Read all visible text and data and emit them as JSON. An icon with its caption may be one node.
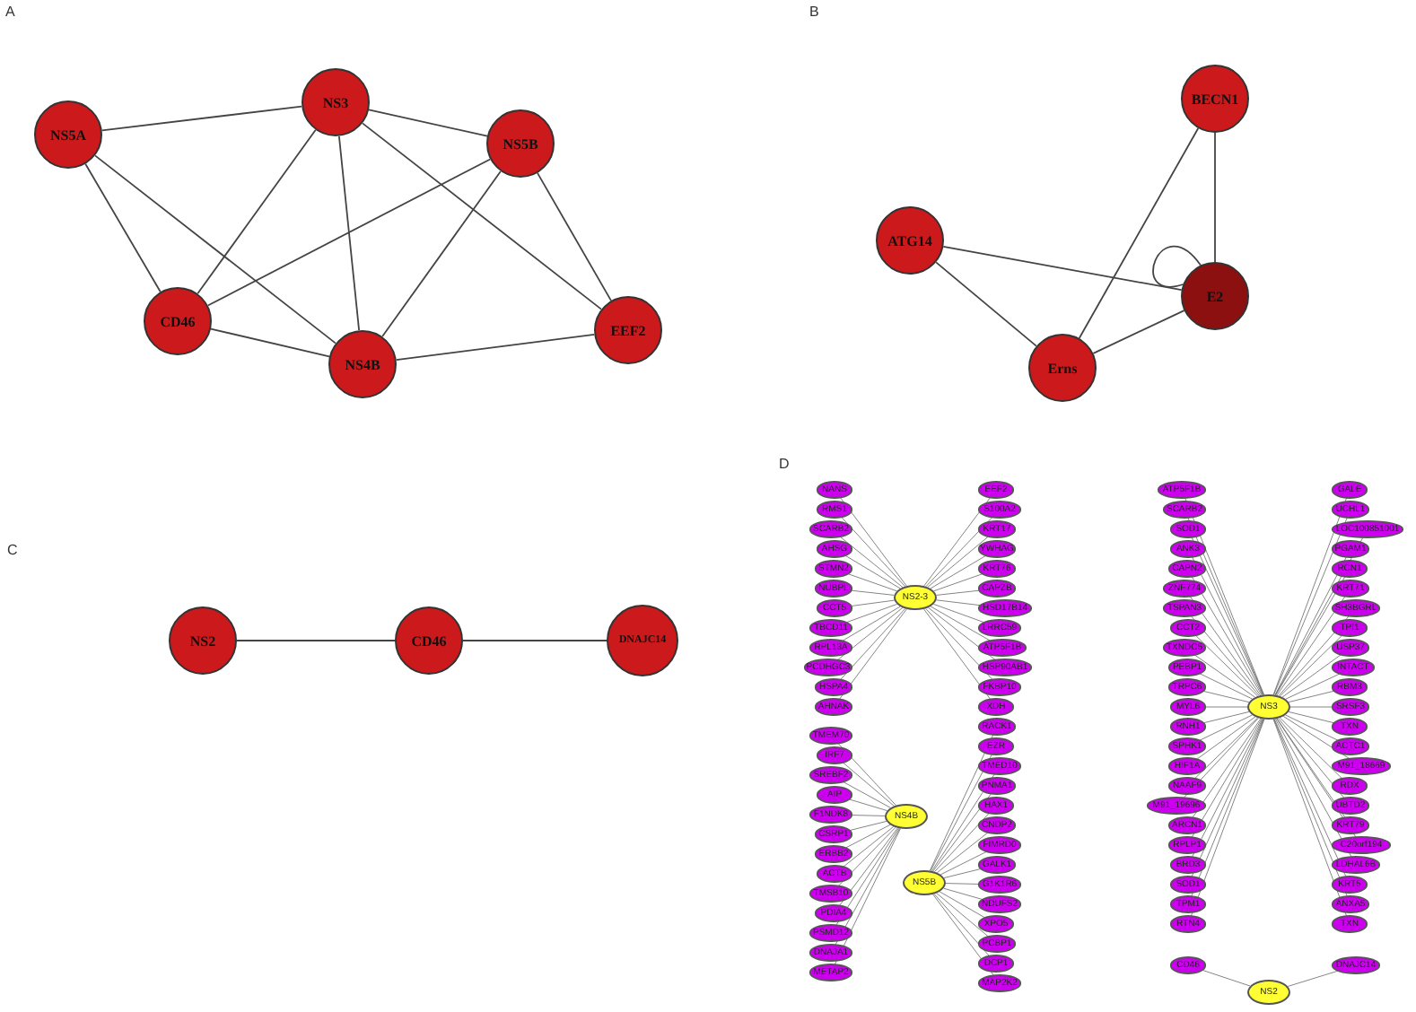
{
  "diagram": {
    "nodes": [
      {
        "text": [
          "NS5A"
        ]
      },
      {
        "text": [
          "NS3"
        ]
      },
      {
        "text": [
          "NS5B"
        ]
      },
      {
        "text": [
          "CD46"
        ]
      },
      {
        "text": [
          "NS4B"
        ]
      },
      {
        "text": [
          "EEF2"
        ]
      },
      {
        "text": [
          "BECN1"
        ]
      },
      {
        "text": [
          "ATG14"
        ]
      },
      {
        "text": [
          "E2"
        ]
      },
      {
        "text": [
          "Erns"
        ]
      },
      {
        "text": [
          "NS2"
        ]
      },
      {
        "text": [
          "CD46"
        ]
      },
      {
        "text": [
          "DNAJC14"
        ]
      },
      {
        "text": [
          "NS4B"
        ]
      },
      {
        "text": [
          "NS5B"
        ]
      },
      {
        "text": [
          "NS2-3"
        ]
      },
      {
        "text": [
          "NS3"
        ]
      },
      {
        "text": [
          "NS2"
        ]
      },
      {
        "text": [
          "ATP5F1B"
        ]
      },
      {
        "text": [
          "SCARB2"
        ]
      },
      {
        "text": [
          "SOD1"
        ]
      },
      {
        "text": [
          "ANK3"
        ]
      },
      {
        "text": [
          "NANS"
        ]
      },
      {
        "text": [
          "RMS1"
        ]
      },
      {
        "text": [
          "CAPN2"
        ]
      },
      {
        "text": [
          "SCARB2"
        ]
      },
      {
        "text": [
          "ZNF774"
        ]
      },
      {
        "text": [
          "AHSG"
        ]
      },
      {
        "text": [
          "TSPAN3"
        ]
      },
      {
        "text": [
          "CCT2"
        ]
      },
      {
        "text": [
          "TMEM70"
        ]
      },
      {
        "text": [
          "IRF7"
        ]
      },
      {
        "text": [
          "STMN2"
        ]
      },
      {
        "text": [
          "NUBPL"
        ]
      },
      {
        "text": [
          "TXNDC5"
        ]
      },
      {
        "text": [
          "PEBP1"
        ]
      },
      {
        "text": [
          "RACK1"
        ]
      },
      {
        "text": [
          "SREBF2"
        ]
      },
      {
        "text": [
          "TRPC6"
        ]
      },
      {
        "text": [
          "CCT5"
        ]
      },
      {
        "text": [
          "AIP"
        ]
      },
      {
        "text": [
          "F1NDK8"
        ]
      },
      {
        "text": [
          "TBCD11"
        ]
      },
      {
        "text": [
          "RPL13A"
        ]
      },
      {
        "text": [
          "MYL6"
        ]
      },
      {
        "text": [
          "RNH1"
        ]
      },
      {
        "text": [
          "CSRP1"
        ]
      },
      {
        "text": [
          "SPHK1"
        ]
      },
      {
        "text": [
          "HIF1A"
        ]
      },
      {
        "text": [
          "NAAF9"
        ]
      },
      {
        "text": [
          "EZR"
        ]
      },
      {
        "text": [
          "TMED10"
        ]
      },
      {
        "text": [
          "ERBB2"
        ]
      },
      {
        "text": [
          "ACTB"
        ]
      },
      {
        "text": [
          "M91_19696"
        ]
      },
      {
        "text": [
          "PCDHGC3"
        ]
      },
      {
        "text": [
          "HSPA4"
        ]
      },
      {
        "text": [
          "ARCN1"
        ]
      },
      {
        "text": [
          "AHNAK"
        ]
      },
      {
        "text": [
          "RPLP1"
        ]
      },
      {
        "text": [
          "BRD3"
        ]
      },
      {
        "text": [
          "SOD1"
        ]
      },
      {
        "text": [
          "TMSB10"
        ]
      },
      {
        "text": [
          "PNMA1"
        ]
      },
      {
        "text": [
          "HAX1"
        ]
      },
      {
        "text": [
          "TPM1"
        ]
      },
      {
        "text": [
          "EEF2"
        ]
      },
      {
        "text": [
          "RTN4"
        ]
      },
      {
        "text": [
          "CNDP2"
        ]
      },
      {
        "text": [
          "GALE"
        ]
      },
      {
        "text": [
          "UCHL1"
        ]
      },
      {
        "text": [
          "PDIA4"
        ]
      },
      {
        "text": [
          "LOC100851001"
        ]
      },
      {
        "text": [
          "FIMRD0"
        ]
      },
      {
        "text": [
          "PGAM1"
        ]
      },
      {
        "text": [
          "S100A2"
        ]
      },
      {
        "text": [
          "GALK1"
        ]
      },
      {
        "text": [
          "RCN1"
        ]
      },
      {
        "text": [
          "KRT71"
        ]
      },
      {
        "text": [
          "SH3BGRL"
        ]
      },
      {
        "text": [
          "PSMD12"
        ]
      },
      {
        "text": [
          "KRT17"
        ]
      },
      {
        "text": [
          "TPI1"
        ]
      },
      {
        "text": [
          "G1K1R6"
        ]
      },
      {
        "text": [
          "USP37"
        ]
      },
      {
        "text": [
          "INTACT"
        ]
      },
      {
        "text": [
          "NDUFS2"
        ]
      },
      {
        "text": [
          "DNAJA1"
        ]
      },
      {
        "text": [
          "YWHAG"
        ]
      },
      {
        "text": [
          "KRT76"
        ]
      },
      {
        "text": [
          "RBM3"
        ]
      },
      {
        "text": [
          "SRSF3"
        ]
      },
      {
        "text": [
          "XPO5"
        ]
      },
      {
        "text": [
          "PCBP1"
        ]
      },
      {
        "text": [
          "CAPZB"
        ]
      },
      {
        "text": [
          "HSD17B14"
        ]
      },
      {
        "text": [
          "TXN"
        ]
      },
      {
        "text": [
          "ACTC1"
        ]
      },
      {
        "text": [
          "METAP2"
        ]
      },
      {
        "text": [
          "M91_18669"
        ]
      },
      {
        "text": [
          "RDX"
        ]
      },
      {
        "text": [
          "DCP1"
        ]
      },
      {
        "text": [
          "MAP2K2"
        ]
      },
      {
        "text": [
          "LRRC59"
        ]
      },
      {
        "text": [
          "ATP5F1B"
        ]
      },
      {
        "text": [
          "UBTD2"
        ]
      },
      {
        "text": [
          "KRT79"
        ]
      },
      {
        "text": [
          "CD46"
        ]
      },
      {
        "text": [
          "C20orf194"
        ]
      },
      {
        "text": [
          "LDHAL6B"
        ]
      },
      {
        "text": [
          "KRT5"
        ]
      },
      {
        "text": [
          "HSP90AB1"
        ]
      },
      {
        "text": [
          "FKBP10"
        ]
      },
      {
        "text": [
          "DNAJC14"
        ]
      },
      {
        "text": [
          "ANXA5"
        ]
      },
      {
        "text": [
          "XDH"
        ]
      },
      {
        "text": [
          "TXN"
        ]
      }
    ],
    "edges": [
      {
        "from": 0,
        "to": 1,
        "arrow": "none"
      },
      {
        "from": 0,
        "to": 3,
        "arrow": "none"
      },
      {
        "from": 0,
        "to": 4,
        "arrow": "none"
      },
      {
        "from": 1,
        "to": 2,
        "arrow": "none"
      },
      {
        "from": 1,
        "to": 3,
        "arrow": "none"
      },
      {
        "from": 1,
        "to": 4,
        "arrow": "none"
      },
      {
        "from": 1,
        "to": 5,
        "arrow": "none"
      },
      {
        "from": 2,
        "to": 3,
        "arrow": "none"
      },
      {
        "from": 2,
        "to": 4,
        "arrow": "none"
      },
      {
        "from": 2,
        "to": 5,
        "arrow": "none"
      },
      {
        "from": 3,
        "to": 4,
        "arrow": "none"
      },
      {
        "from": 4,
        "to": 5,
        "arrow": "none"
      },
      {
        "from": 6,
        "to": 8,
        "arrow": "none"
      },
      {
        "from": 6,
        "to": 9,
        "arrow": "none"
      },
      {
        "from": 7,
        "to": 8,
        "arrow": "none"
      },
      {
        "from": 7,
        "to": 9,
        "arrow": "none"
      },
      {
        "from": 9,
        "to": 8,
        "arrow": "none"
      },
      {
        "from": 8,
        "to": 8,
        "arrow": "none"
      },
      {
        "from": 10,
        "to": 11,
        "arrow": "none"
      },
      {
        "from": 11,
        "to": 12,
        "arrow": "none"
      },
      {
        "from": 17,
        "to": 113,
        "arrow": "none"
      },
      {
        "from": 17,
        "to": 107,
        "arrow": "none"
      },
      {
        "from": 16,
        "to": 18,
        "arrow": "none"
      },
      {
        "from": 16,
        "to": 19,
        "arrow": "none"
      },
      {
        "from": 16,
        "to": 20,
        "arrow": "none"
      },
      {
        "from": 16,
        "to": 21,
        "arrow": "none"
      },
      {
        "from": 15,
        "to": 22,
        "arrow": "none"
      },
      {
        "from": 15,
        "to": 23,
        "arrow": "none"
      },
      {
        "from": 16,
        "to": 24,
        "arrow": "none"
      },
      {
        "from": 15,
        "to": 25,
        "arrow": "none"
      },
      {
        "from": 16,
        "to": 26,
        "arrow": "none"
      },
      {
        "from": 15,
        "to": 27,
        "arrow": "none"
      },
      {
        "from": 16,
        "to": 28,
        "arrow": "none"
      },
      {
        "from": 16,
        "to": 29,
        "arrow": "none"
      },
      {
        "from": 13,
        "to": 30,
        "arrow": "none"
      },
      {
        "from": 13,
        "to": 31,
        "arrow": "none"
      },
      {
        "from": 15,
        "to": 32,
        "arrow": "none"
      },
      {
        "from": 15,
        "to": 33,
        "arrow": "none"
      },
      {
        "from": 16,
        "to": 34,
        "arrow": "none"
      },
      {
        "from": 16,
        "to": 35,
        "arrow": "none"
      },
      {
        "from": 14,
        "to": 36,
        "arrow": "none"
      },
      {
        "from": 13,
        "to": 37,
        "arrow": "none"
      },
      {
        "from": 16,
        "to": 38,
        "arrow": "none"
      },
      {
        "from": 15,
        "to": 39,
        "arrow": "none"
      },
      {
        "from": 13,
        "to": 40,
        "arrow": "none"
      },
      {
        "from": 13,
        "to": 41,
        "arrow": "none"
      },
      {
        "from": 15,
        "to": 42,
        "arrow": "none"
      },
      {
        "from": 15,
        "to": 43,
        "arrow": "none"
      },
      {
        "from": 16,
        "to": 44,
        "arrow": "none"
      },
      {
        "from": 16,
        "to": 45,
        "arrow": "none"
      },
      {
        "from": 13,
        "to": 46,
        "arrow": "none"
      },
      {
        "from": 16,
        "to": 47,
        "arrow": "none"
      },
      {
        "from": 16,
        "to": 48,
        "arrow": "none"
      },
      {
        "from": 16,
        "to": 49,
        "arrow": "none"
      },
      {
        "from": 14,
        "to": 50,
        "arrow": "none"
      },
      {
        "from": 14,
        "to": 51,
        "arrow": "none"
      },
      {
        "from": 13,
        "to": 52,
        "arrow": "none"
      },
      {
        "from": 13,
        "to": 53,
        "arrow": "none"
      },
      {
        "from": 16,
        "to": 54,
        "arrow": "none"
      },
      {
        "from": 15,
        "to": 55,
        "arrow": "none"
      },
      {
        "from": 15,
        "to": 56,
        "arrow": "none"
      },
      {
        "from": 16,
        "to": 57,
        "arrow": "none"
      },
      {
        "from": 15,
        "to": 58,
        "arrow": "none"
      },
      {
        "from": 16,
        "to": 59,
        "arrow": "none"
      },
      {
        "from": 16,
        "to": 60,
        "arrow": "none"
      },
      {
        "from": 16,
        "to": 61,
        "arrow": "none"
      },
      {
        "from": 13,
        "to": 62,
        "arrow": "none"
      },
      {
        "from": 14,
        "to": 63,
        "arrow": "none"
      },
      {
        "from": 14,
        "to": 64,
        "arrow": "none"
      },
      {
        "from": 16,
        "to": 65,
        "arrow": "none"
      },
      {
        "from": 15,
        "to": 66,
        "arrow": "none"
      },
      {
        "from": 16,
        "to": 67,
        "arrow": "none"
      },
      {
        "from": 14,
        "to": 68,
        "arrow": "none"
      },
      {
        "from": 16,
        "to": 69,
        "arrow": "none"
      },
      {
        "from": 16,
        "to": 70,
        "arrow": "none"
      },
      {
        "from": 13,
        "to": 71,
        "arrow": "none"
      },
      {
        "from": 16,
        "to": 72,
        "arrow": "none"
      },
      {
        "from": 14,
        "to": 73,
        "arrow": "none"
      },
      {
        "from": 16,
        "to": 74,
        "arrow": "none"
      },
      {
        "from": 15,
        "to": 75,
        "arrow": "none"
      },
      {
        "from": 14,
        "to": 76,
        "arrow": "none"
      },
      {
        "from": 16,
        "to": 77,
        "arrow": "none"
      },
      {
        "from": 16,
        "to": 78,
        "arrow": "none"
      },
      {
        "from": 16,
        "to": 79,
        "arrow": "none"
      },
      {
        "from": 13,
        "to": 80,
        "arrow": "none"
      },
      {
        "from": 15,
        "to": 81,
        "arrow": "none"
      },
      {
        "from": 16,
        "to": 82,
        "arrow": "none"
      },
      {
        "from": 14,
        "to": 83,
        "arrow": "none"
      },
      {
        "from": 16,
        "to": 84,
        "arrow": "none"
      },
      {
        "from": 16,
        "to": 85,
        "arrow": "none"
      },
      {
        "from": 14,
        "to": 86,
        "arrow": "none"
      },
      {
        "from": 13,
        "to": 87,
        "arrow": "none"
      },
      {
        "from": 15,
        "to": 88,
        "arrow": "none"
      },
      {
        "from": 15,
        "to": 89,
        "arrow": "none"
      },
      {
        "from": 16,
        "to": 90,
        "arrow": "none"
      },
      {
        "from": 16,
        "to": 91,
        "arrow": "none"
      },
      {
        "from": 14,
        "to": 92,
        "arrow": "none"
      },
      {
        "from": 14,
        "to": 93,
        "arrow": "none"
      },
      {
        "from": 15,
        "to": 94,
        "arrow": "none"
      },
      {
        "from": 15,
        "to": 95,
        "arrow": "none"
      },
      {
        "from": 16,
        "to": 96,
        "arrow": "none"
      },
      {
        "from": 16,
        "to": 97,
        "arrow": "none"
      },
      {
        "from": 13,
        "to": 98,
        "arrow": "none"
      },
      {
        "from": 16,
        "to": 99,
        "arrow": "none"
      },
      {
        "from": 16,
        "to": 100,
        "arrow": "none"
      },
      {
        "from": 14,
        "to": 101,
        "arrow": "none"
      },
      {
        "from": 14,
        "to": 102,
        "arrow": "none"
      },
      {
        "from": 15,
        "to": 103,
        "arrow": "none"
      },
      {
        "from": 15,
        "to": 104,
        "arrow": "none"
      },
      {
        "from": 16,
        "to": 105,
        "arrow": "none"
      },
      {
        "from": 16,
        "to": 106,
        "arrow": "none"
      },
      {
        "from": 16,
        "to": 108,
        "arrow": "none"
      },
      {
        "from": 16,
        "to": 109,
        "arrow": "none"
      },
      {
        "from": 16,
        "to": 110,
        "arrow": "none"
      },
      {
        "from": 15,
        "to": 111,
        "arrow": "none"
      },
      {
        "from": 15,
        "to": 112,
        "arrow": "none"
      },
      {
        "from": 16,
        "to": 114,
        "arrow": "none"
      },
      {
        "from": 15,
        "to": 115,
        "arrow": "none"
      },
      {
        "from": 16,
        "to": 116,
        "arrow": "none"
      }
    ],
    "labels": [
      "A",
      "B",
      "C",
      "D"
    ]
  }
}
